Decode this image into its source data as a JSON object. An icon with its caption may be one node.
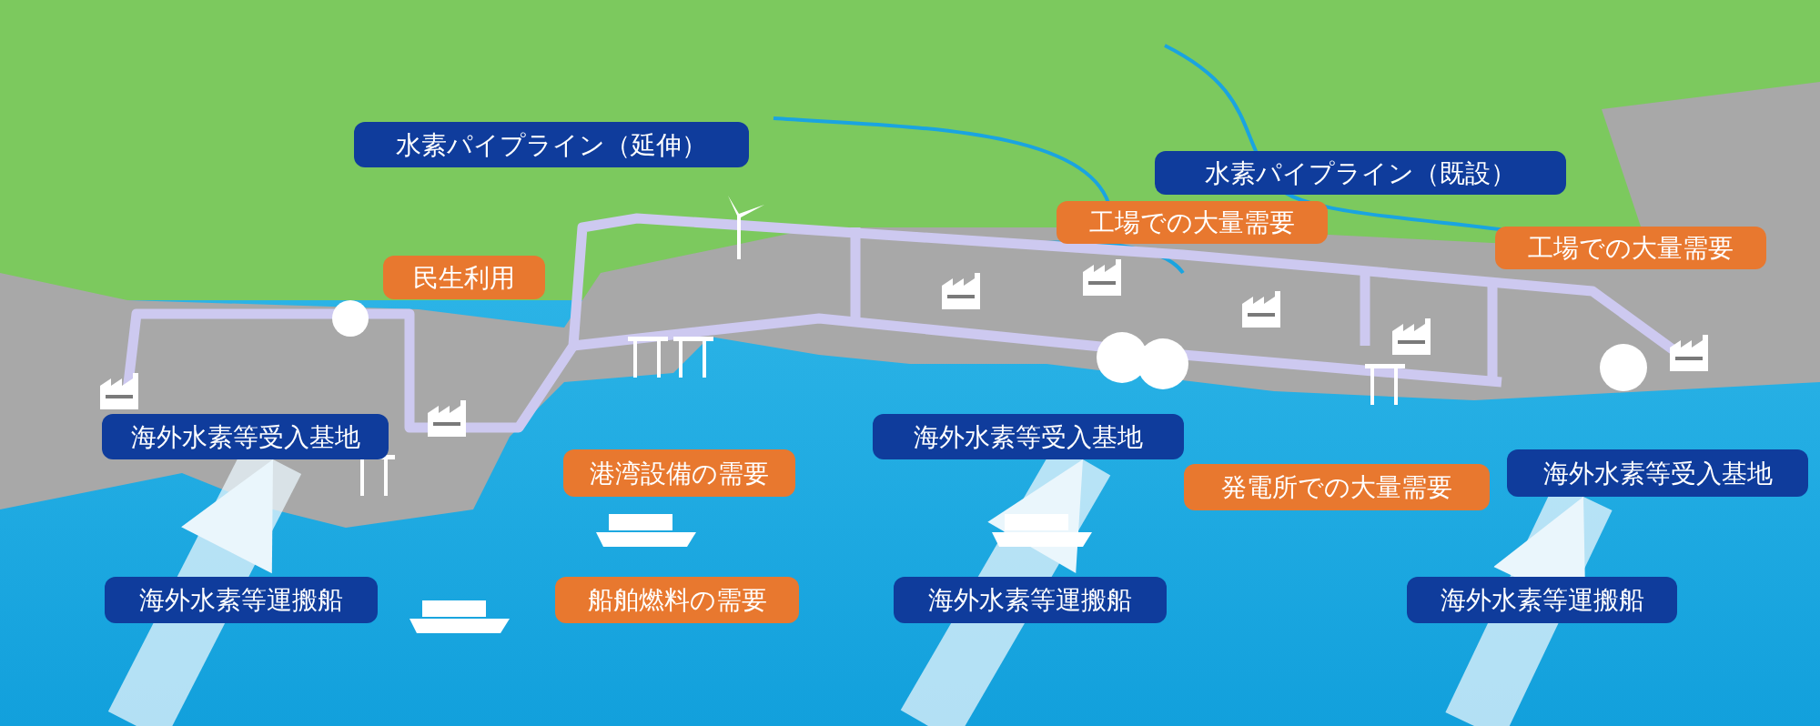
{
  "diagram": {
    "nodes": [
      {
        "text": [
          "水素パイプライン（延伸）"
        ]
      },
      {
        "text": [
          "水素パイプライン（既設）"
        ]
      },
      {
        "text": [
          "工場での大量需要"
        ]
      },
      {
        "text": [
          "工場での大量需要"
        ]
      },
      {
        "text": [
          "民生利用"
        ]
      },
      {
        "text": [
          "海外水素等受入基地"
        ]
      },
      {
        "text": [
          "港湾設備の需要"
        ]
      },
      {
        "text": [
          "海外水素等受入基地"
        ]
      },
      {
        "text": [
          "発電所での大量需要"
        ]
      },
      {
        "text": [
          "海外水素等受入基地"
        ]
      },
      {
        "text": [
          "海外水素等運搬船"
        ]
      },
      {
        "text": [
          "船舶燃料の需要"
        ]
      },
      {
        "text": [
          "海外水素等運搬船"
        ]
      },
      {
        "text": [
          "海外水素等運搬船"
        ]
      }
    ],
    "edges": [
      {
        "from": null,
        "to": 5,
        "arrow": "to"
      },
      {
        "from": null,
        "to": 7,
        "arrow": "to"
      },
      {
        "from": null,
        "to": 9,
        "arrow": "to"
      }
    ]
  }
}
